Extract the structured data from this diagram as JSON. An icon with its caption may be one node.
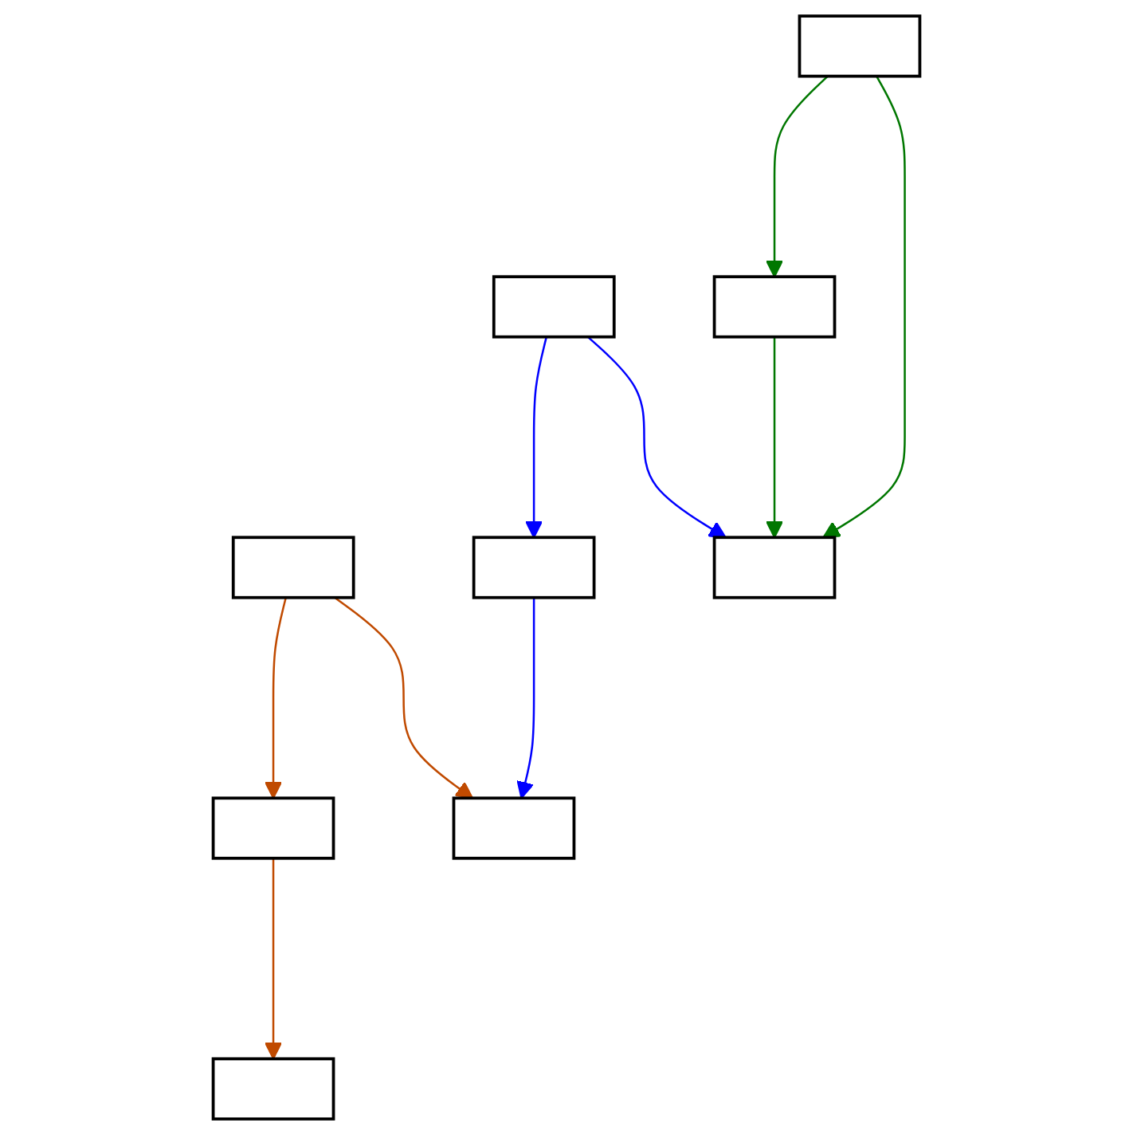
{
  "diagram": {
    "nodes": [
      {
        "text": [],
        "shape": "box"
      },
      {
        "text": [],
        "shape": "box"
      },
      {
        "text": [],
        "shape": "box"
      },
      {
        "text": [],
        "shape": "box"
      },
      {
        "text": [],
        "shape": "box"
      },
      {
        "text": [],
        "shape": "box"
      },
      {
        "text": [],
        "shape": "box"
      },
      {
        "text": [],
        "shape": "box"
      },
      {
        "text": [],
        "shape": "box"
      }
    ],
    "edges": [
      {
        "from": 1,
        "to": 7,
        "arrow": "to",
        "color": "#c04a00"
      },
      {
        "from": 1,
        "to": 6,
        "arrow": "to",
        "color": "#c04a00"
      },
      {
        "from": 0,
        "to": 3,
        "arrow": "to",
        "color": "#0000ff"
      },
      {
        "from": 0,
        "to": 4,
        "arrow": "to",
        "color": "#0000ff"
      },
      {
        "from": 2,
        "to": 5,
        "arrow": "to",
        "color": "#007700"
      },
      {
        "from": 2,
        "to": 4,
        "arrow": "to",
        "color": "#007700"
      },
      {
        "from": 3,
        "to": 6,
        "arrow": "to",
        "color": "#0000ff"
      },
      {
        "from": 5,
        "to": 4,
        "arrow": "to",
        "color": "#007700"
      },
      {
        "from": 7,
        "to": 8,
        "arrow": "to",
        "color": "#c04a00"
      }
    ]
  }
}
